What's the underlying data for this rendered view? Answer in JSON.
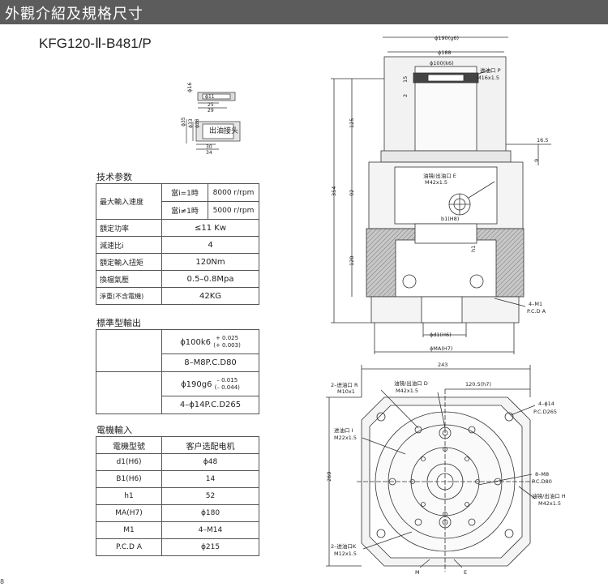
{
  "header": {
    "title": "外觀介紹及規格尺寸"
  },
  "model": "KFG120-Ⅱ-B481/P",
  "page_number": "8",
  "tech_params": {
    "title": "技术参数",
    "rows": {
      "max_speed_label": "最大輸入速度",
      "ratio_eq1": "當i=1時",
      "speed_eq1": "8000 r/rpm",
      "ratio_ne1": "當i≠1時",
      "speed_ne1": "5000 r/rpm",
      "power_label": "額定功率",
      "power_value": "≤11 Kw",
      "ratio_label": "減速比i",
      "ratio_value": "4",
      "torque_label": "額定輸入扭矩",
      "torque_value": "120Nm",
      "pressure_label": "換檔氣壓",
      "pressure_value": "0.5–0.8Mpa",
      "weight_label": "淨重(不含電機)",
      "weight_value": "42KG"
    }
  },
  "standard_output": {
    "title": "標準型輸出",
    "r1_main": "ϕ100k6",
    "r1_tol_up": "+ 0.025",
    "r1_tol_low": "(+ 0.003)",
    "r2": "8–M8P.C.D80",
    "r3_main": "ϕ190g6",
    "r3_tol_up": "– 0.015",
    "r3_tol_low": "(– 0.044)",
    "r4": "4–ϕ14P.C.D265"
  },
  "motor_input": {
    "title": "電機輸入",
    "header": [
      "電機型號",
      "客户选配电机"
    ],
    "rows": [
      [
        "d1(H6)",
        "ϕ48"
      ],
      [
        "B1(H6)",
        "14"
      ],
      [
        "h1",
        "52"
      ],
      [
        "MA(H7)",
        "ϕ180"
      ],
      [
        "M1",
        "4–M14"
      ],
      [
        "P.C.D A",
        "ϕ215"
      ]
    ]
  },
  "fitting_drawing": {
    "label": "出油接头",
    "dims": {
      "d16": "ϕ16",
      "d11": "ϕ11",
      "d25": "25",
      "d29": "29",
      "d35": "ϕ35",
      "d33": "ϕ33",
      "d28": "ϕ28",
      "d30": "30",
      "d34": "34"
    }
  },
  "side_view": {
    "d190": "ϕ190(g6)",
    "d188": "ϕ188",
    "d100": "ϕ100(k6)",
    "oil_in_p": "进油口 P",
    "oil_in_p_thread": "M16x1.5",
    "dim_15": "15",
    "dim_2": "2",
    "dim_125": "125",
    "dim_354": "354",
    "dim_92": "92",
    "dim_120": "120",
    "dim_165": "16.5",
    "dim_9": "9",
    "oil_e": "油镜/出油口 E",
    "oil_e_thread": "M42x1.5",
    "b1": "b1(H8)",
    "h1": "h1",
    "m1": "4–M1",
    "pcd_a": "P.C.D A",
    "d1": "ϕd1(H6)",
    "ma": "ϕMA(H7)"
  },
  "bottom_view": {
    "w243": "243",
    "oil_r": "2–进油口 R",
    "oil_r_thread": "M10x1",
    "oil_d": "油镜/出油口 D",
    "oil_d_thread": "M42x1.5",
    "d1205": "120.5(h7)",
    "h14": "4–ϕ14",
    "pcd265": "P.C.D265",
    "oil_i": "进油口 I",
    "oil_i_thread": "M22x1.5",
    "dim_260": "260",
    "m8": "8–M8",
    "pcd80": "P.C.D80",
    "oil_h": "油镜/出油口 H",
    "oil_h_thread": "M42x1.5",
    "oil_k": "2–进油口K",
    "oil_k_thread": "M12x1.5",
    "label_m": "M",
    "label_e": "E"
  }
}
